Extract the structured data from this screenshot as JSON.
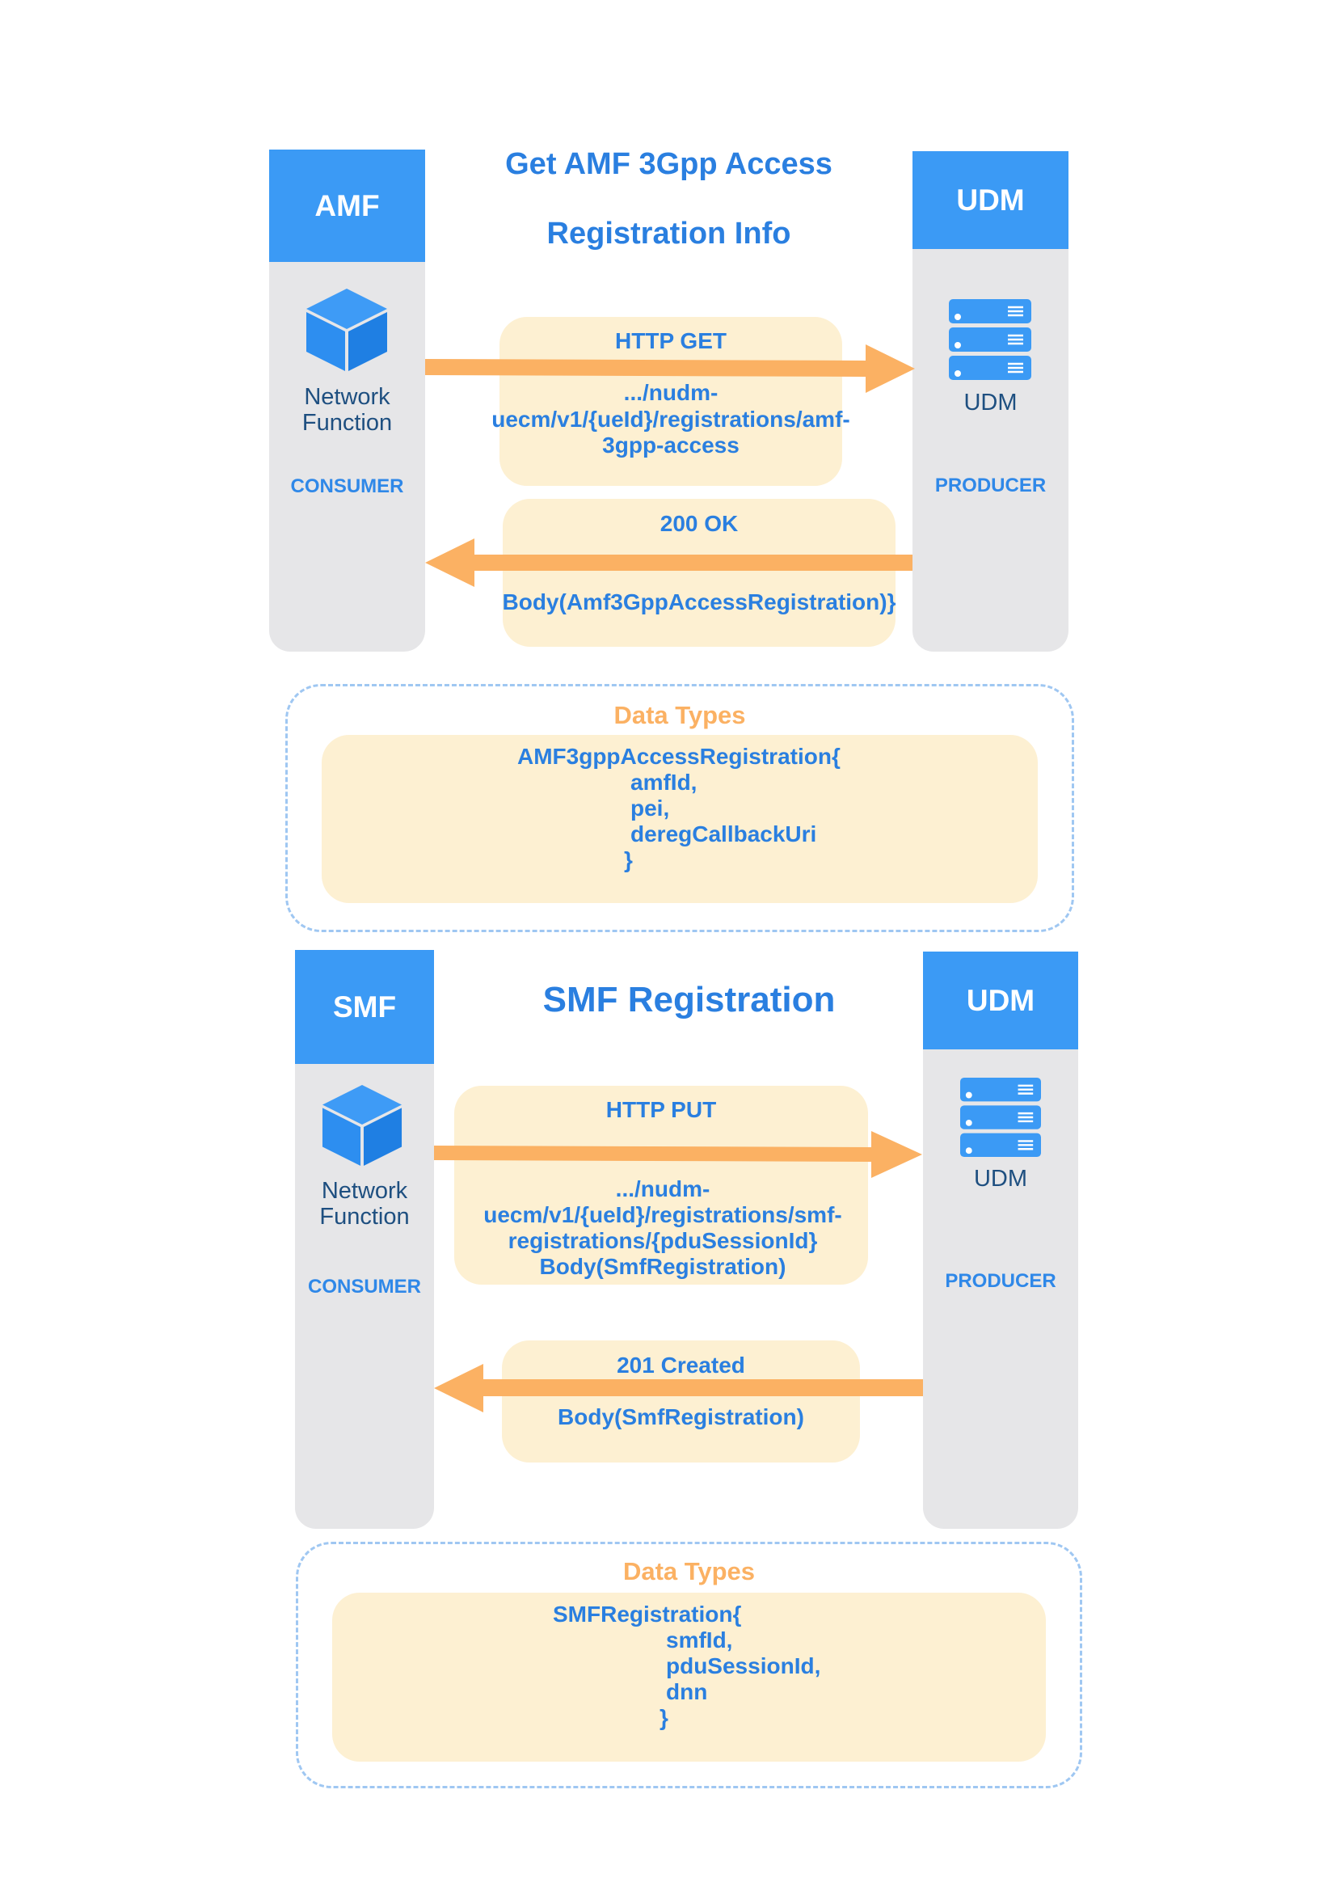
{
  "diagram1": {
    "title_line1": "Get AMF 3Gpp Access",
    "title_line2": "Registration Info",
    "consumer": {
      "header": "AMF",
      "icon": "cube-icon",
      "label_line1": "Network",
      "label_line2": "Function",
      "role": "CONSUMER"
    },
    "producer": {
      "header": "UDM",
      "icon": "server-icon",
      "label": "UDM",
      "role": "PRODUCER"
    },
    "request": {
      "method": "HTTP GET",
      "path_line1": ".../nudm-",
      "path_line2": "uecm/v1/{ueId}/registrations/amf-",
      "path_line3": "3gpp-access"
    },
    "response": {
      "status": "200 OK",
      "body": "Body(Amf3GppAccessRegistration)}"
    },
    "data_types": {
      "title": "Data Types",
      "lines": [
        "AMF3gppAccessRegistration{",
        "amfId,",
        "pei,",
        "deregCallbackUri",
        "}"
      ]
    }
  },
  "diagram2": {
    "title": "SMF Registration",
    "consumer": {
      "header": "SMF",
      "icon": "cube-icon",
      "label_line1": "Network",
      "label_line2": "Function",
      "role": "CONSUMER"
    },
    "producer": {
      "header": "UDM",
      "icon": "server-icon",
      "label": "UDM",
      "role": "PRODUCER"
    },
    "request": {
      "method": "HTTP PUT",
      "path_line1": ".../nudm-",
      "path_line2": "uecm/v1/{ueId}/registrations/smf-",
      "path_line3": "registrations/{pduSessionId}",
      "body": "Body(SmfRegistration)"
    },
    "response": {
      "status": "201 Created",
      "body": "Body(SmfRegistration)"
    },
    "data_types": {
      "title": "Data Types",
      "lines": [
        "SMFRegistration{",
        "smfId,",
        "pduSessionId,",
        "dnn",
        "}"
      ]
    }
  },
  "colors": {
    "header_blue": "#3b9af5",
    "text_blue": "#2a7fe0",
    "arrow_orange": "#fbb163",
    "bubble_cream": "#fdf0d2",
    "column_gray": "#e6e6e8"
  }
}
